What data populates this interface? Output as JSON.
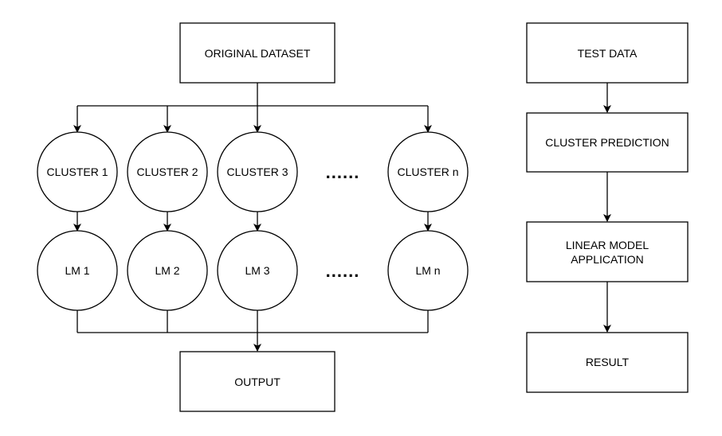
{
  "left_flow": {
    "source": "ORIGINAL DATASET",
    "clusters": [
      "CLUSTER 1",
      "CLUSTER 2",
      "CLUSTER 3",
      "CLUSTER n"
    ],
    "models": [
      "LM 1",
      "LM 2",
      "LM 3",
      "LM n"
    ],
    "ellipsis": "......",
    "sink": "OUTPUT"
  },
  "right_flow": {
    "steps": [
      "TEST DATA",
      "CLUSTER PREDICTION",
      "LINEAR MODEL",
      "APPLICATION",
      "RESULT"
    ]
  }
}
